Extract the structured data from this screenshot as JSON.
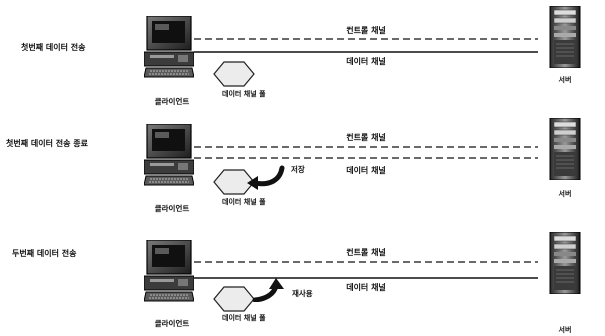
{
  "rows": [
    {
      "step_label": "첫번째 데이터 전송",
      "control_channel": "컨트롤 채널",
      "data_channel": "데이터 채널",
      "client_label": "클라이언트",
      "pool_label": "데이터 채널 풀",
      "action_label": "",
      "server_label": "서버"
    },
    {
      "step_label": "첫번째 데이터 전송 종료",
      "control_channel": "컨트롤 채널",
      "data_channel": "데이터 채널",
      "client_label": "클라이언트",
      "pool_label": "데이터 채널 풀",
      "action_label": "저장",
      "server_label": "서버"
    },
    {
      "step_label": "두번째 데이터 전송",
      "control_channel": "컨트롤 채널",
      "data_channel": "데이터 채널",
      "client_label": "클라이언트",
      "pool_label": "데이터 채널 풀",
      "action_label": "재사용",
      "server_label": "서버"
    }
  ]
}
